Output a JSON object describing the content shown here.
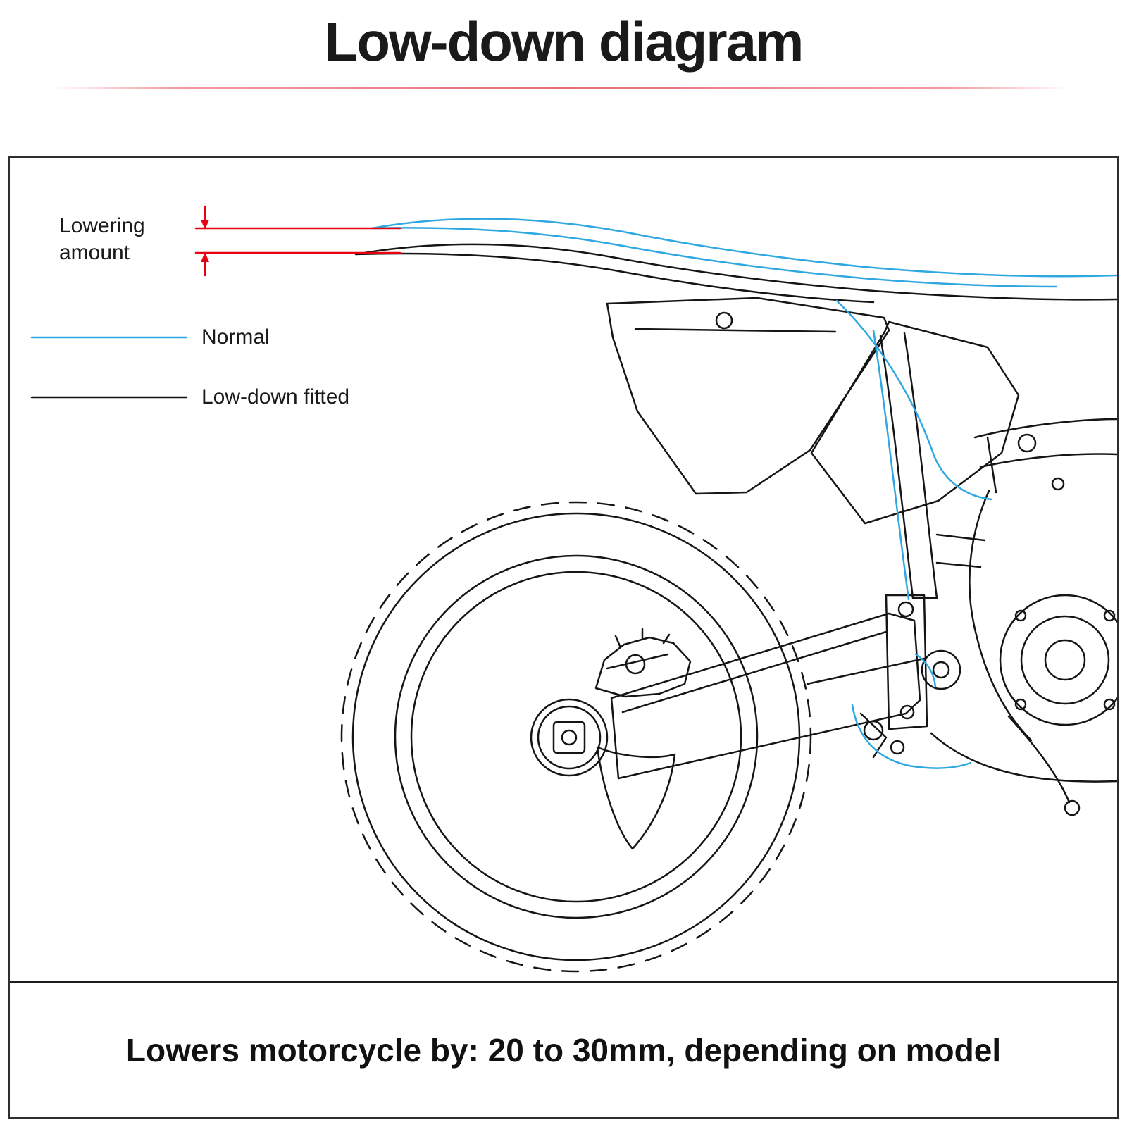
{
  "title": "Low-down diagram",
  "colors": {
    "accent_red": "#e60012",
    "normal_blue": "#2fa8e1",
    "line_black": "#151515"
  },
  "diagram": {
    "lowering_label": "Lowering amount",
    "legend": {
      "items": [
        {
          "label": "Normal",
          "color": "#2fa8e1"
        },
        {
          "label": "Low-down fitted",
          "color": "#151515"
        }
      ]
    },
    "caption": "Lowers motorcycle by: 20 to 30mm, depending on model"
  }
}
